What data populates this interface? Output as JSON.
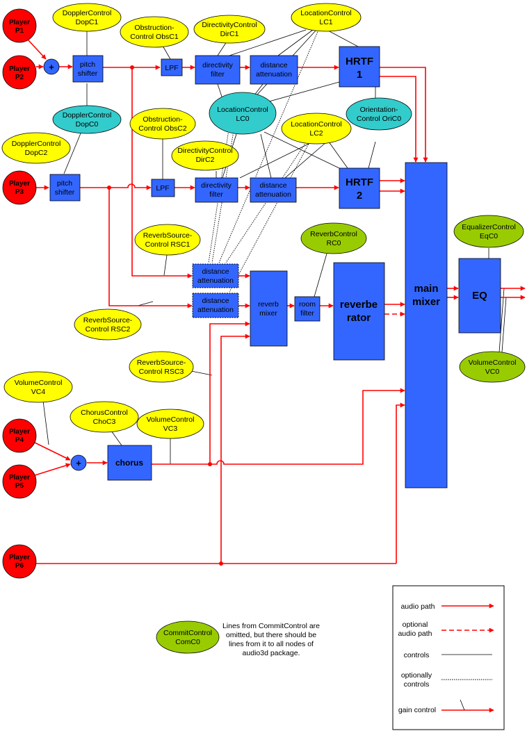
{
  "players": {
    "p1": [
      "Player",
      "P1"
    ],
    "p2": [
      "Player",
      "P2"
    ],
    "p3": [
      "Player",
      "P3"
    ],
    "p4": [
      "Player",
      "P4"
    ],
    "p5": [
      "Player",
      "P5"
    ],
    "p6": [
      "Player",
      "P6"
    ]
  },
  "controls": {
    "dopc1": [
      "DopplerControl",
      "DopC1"
    ],
    "obsc1": [
      "Obstruction-",
      "Control ObsC1"
    ],
    "dirc1": [
      "DirectivityControl",
      "DirC1"
    ],
    "lc1": [
      "LocationControl",
      "LC1"
    ],
    "dopc0": [
      "DopplerControl",
      "DopC0"
    ],
    "lc0": [
      "LocationControl",
      "LC0"
    ],
    "oric0": [
      "Orientation-",
      "Control OriC0"
    ],
    "dopc2": [
      "DopplerControl",
      "DopC2"
    ],
    "obsc2": [
      "Obstruction-",
      "Control ObsC2"
    ],
    "dirc2": [
      "DirectivityControl",
      "DirC2"
    ],
    "lc2": [
      "LocationControl",
      "LC2"
    ],
    "rsc1": [
      "ReverbSource-",
      "Control RSC1"
    ],
    "rc0": [
      "ReverbControl",
      "RC0"
    ],
    "eqc0": [
      "EqualizerControl",
      "EqC0"
    ],
    "rsc2": [
      "ReverbSource-",
      "Control RSC2"
    ],
    "rsc3": [
      "ReverbSource-",
      "Control RSC3"
    ],
    "vc0": [
      "VolumeControl",
      "VC0"
    ],
    "vc4": [
      "VolumeControl",
      "VC4"
    ],
    "choc3": [
      "ChorusControl",
      "ChoC3"
    ],
    "vc3": [
      "VolumeControl",
      "VC3"
    ],
    "comc0": [
      "CommitControl",
      "ComC0"
    ]
  },
  "blocks": {
    "sum_top": "+",
    "pitch1": [
      "pitch",
      "shifter"
    ],
    "lpf1": "LPF",
    "dirf1": [
      "directivity",
      "filter"
    ],
    "dista1": [
      "distance",
      "attenuation"
    ],
    "hrtf1": [
      "HRTF",
      "1"
    ],
    "pitch2": [
      "pitch",
      "shifter"
    ],
    "lpf2": "LPF",
    "dirf2": [
      "directivity",
      "filter"
    ],
    "dista2": [
      "distance",
      "attenuation"
    ],
    "hrtf2": [
      "HRTF",
      "2"
    ],
    "rdist1": [
      "distance",
      "attenuation"
    ],
    "rdist2": [
      "distance",
      "attenuation"
    ],
    "reverb_mixer": [
      "reverb",
      "mixer"
    ],
    "room_filter": [
      "room",
      "filter"
    ],
    "reverberator": [
      "reverbe",
      "rator"
    ],
    "main_mixer": [
      "main",
      "mixer"
    ],
    "eq": "EQ",
    "sum_bottom": "+",
    "chorus": "chorus"
  },
  "note": [
    "Lines from CommitControl are",
    "omitted, but there should be",
    "lines from it to all nodes of",
    "audio3d package."
  ],
  "legend": {
    "audio_path": "audio path",
    "optional_audio_path": [
      "optional",
      "audio path"
    ],
    "controls": "controls",
    "optional_controls": [
      "optionally",
      "controls"
    ],
    "gain_control": "gain control"
  },
  "colors": {
    "audio_path": "#ff0000",
    "player": "#ff0000",
    "block": "#3366ff",
    "control_yellow": "#ffff00",
    "control_cyan": "#33cccc",
    "control_green": "#99cc00"
  }
}
